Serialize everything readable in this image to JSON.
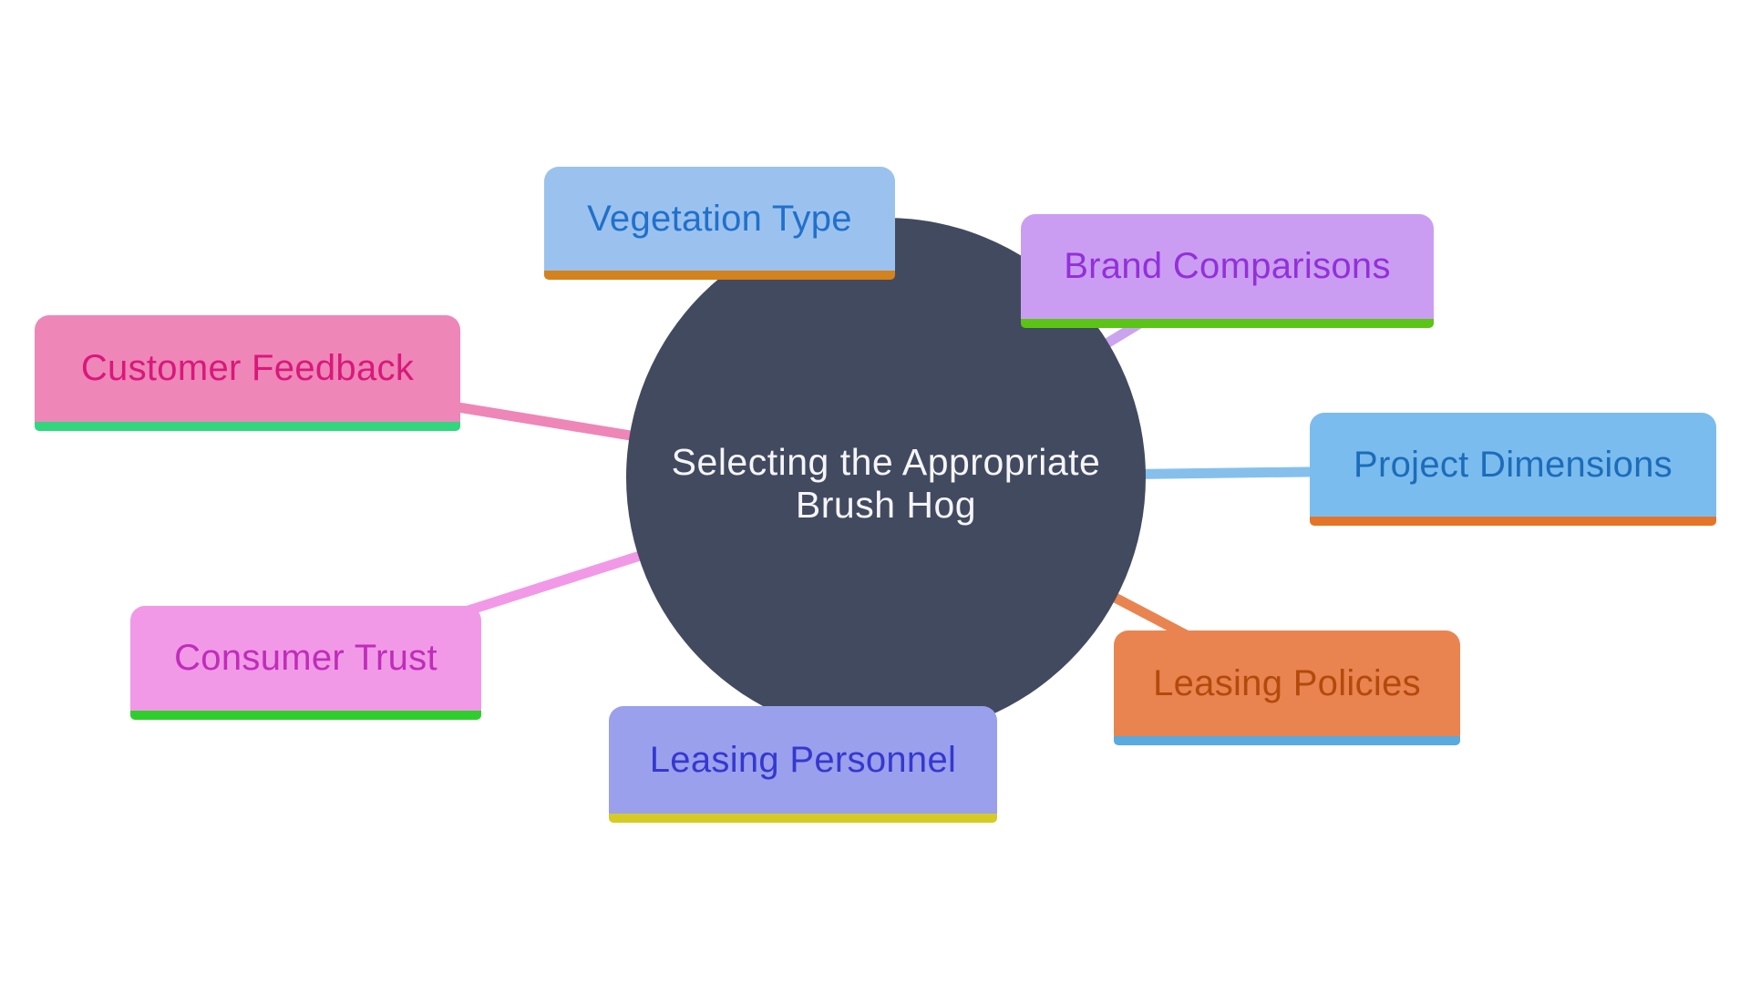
{
  "diagram": {
    "title": "Selecting the Appropriate Brush Hog",
    "center": {
      "label": "Selecting the Appropriate Brush Hog",
      "label_lines": [
        "Selecting the Appropriate",
        "Brush Hog"
      ],
      "bg": "#424A60",
      "text_color": "#F5F5F8"
    },
    "nodes": [
      {
        "id": "vegetation-type",
        "label": "Vegetation Type",
        "bg": "#9BC2EE",
        "text_color": "#2170CB",
        "underline_color": "#D3821C",
        "connector_color": "#9BC2EE"
      },
      {
        "id": "brand-comparisons",
        "label": "Brand Comparisons",
        "bg": "#CB9DF2",
        "text_color": "#9330D9",
        "underline_color": "#5AC514",
        "connector_color": "#CBA4F0"
      },
      {
        "id": "customer-feedback",
        "label": "Customer Feedback",
        "bg": "#EE86B8",
        "text_color": "#D9187A",
        "underline_color": "#31D67E",
        "connector_color": "#EE86B8"
      },
      {
        "id": "project-dimensions",
        "label": "Project Dimensions",
        "bg": "#7BBCEE",
        "text_color": "#1C6CBA",
        "underline_color": "#E57426",
        "connector_color": "#85C0ED"
      },
      {
        "id": "consumer-trust",
        "label": "Consumer Trust",
        "bg": "#F199E7",
        "text_color": "#BF2DB9",
        "underline_color": "#2ECF2D",
        "connector_color": "#F199E7"
      },
      {
        "id": "leasing-policies",
        "label": "Leasing Policies",
        "bg": "#E98450",
        "text_color": "#B24A0B",
        "underline_color": "#58AADF",
        "connector_color": "#E98450"
      },
      {
        "id": "leasing-personnel",
        "label": "Leasing Personnel",
        "bg": "#9AA0EC",
        "text_color": "#3538CF",
        "underline_color": "#D6CB24",
        "connector_color": "#9AA0EC"
      }
    ]
  }
}
